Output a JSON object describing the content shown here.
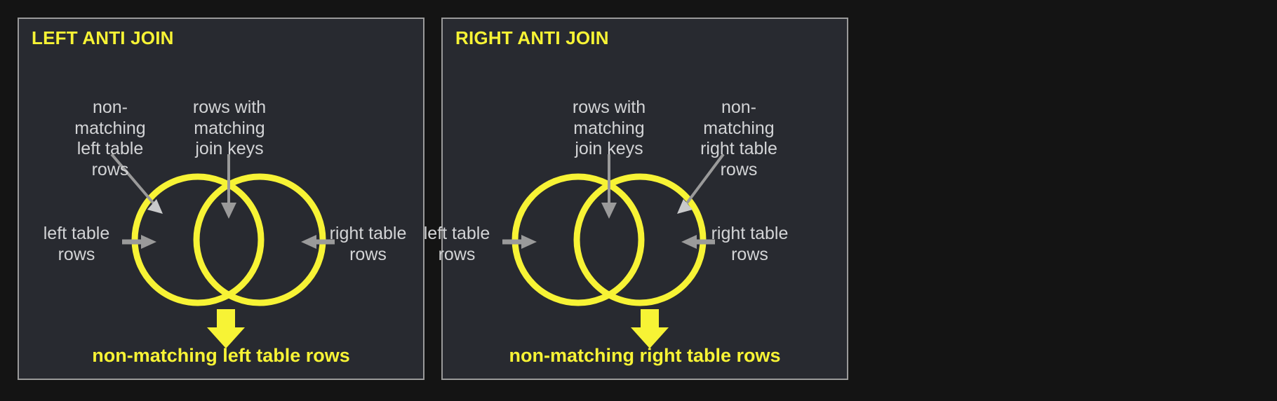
{
  "page": {
    "background_color": "#141414",
    "panel_background_color": "#282a30",
    "panel_border_color": "#9a9a9a",
    "accent_yellow": "#f7f335",
    "fill_olive": "#a9ab43",
    "annotation_gray": "#d3d4d6",
    "arrow_gray": "#9a9a9a"
  },
  "panels": [
    {
      "id": "left-anti-join",
      "title": "LEFT ANTI JOIN",
      "annotations": {
        "top_left": "non-\nmatching\nleft table\nrows",
        "top_right": "rows with\nmatching\njoin keys",
        "side_left": "left table\nrows",
        "side_right": "right table\nrows"
      },
      "result_label": "non-matching left table rows",
      "venn": {
        "highlighted_region": "left-only",
        "left_circle_filled": true,
        "right_circle_filled": false,
        "overlap_filled": false
      }
    },
    {
      "id": "right-anti-join",
      "title": "RIGHT ANTI JOIN",
      "annotations": {
        "top_left": "rows with\nmatching\njoin keys",
        "top_right": "non-\nmatching\nright table\nrows",
        "side_left": "left table\nrows",
        "side_right": "right table\nrows"
      },
      "result_label": "non-matching right table rows",
      "venn": {
        "highlighted_region": "right-only",
        "left_circle_filled": false,
        "right_circle_filled": true,
        "overlap_filled": false
      }
    }
  ]
}
